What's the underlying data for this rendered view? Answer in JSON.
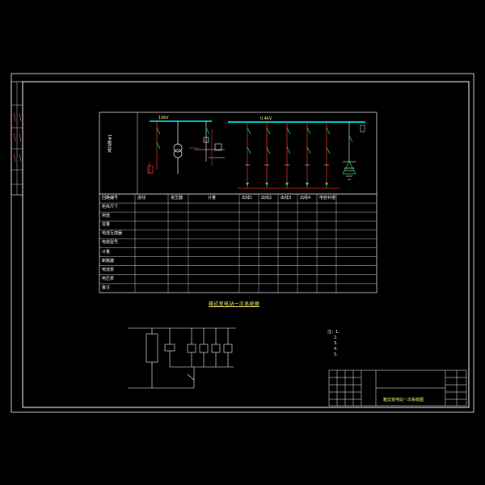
{
  "drawing": {
    "title": "箱式变电站一次系统图",
    "colors": {
      "background": "#000000",
      "frame": "#ffffff",
      "bus": "#00ffff",
      "feeder": "#ff3333",
      "switch": "#00ff66",
      "text": "#ffffff",
      "highlight": "#ffff66"
    },
    "bus_labels": {
      "hv": "10kV",
      "lv": "0.4kV"
    },
    "table_rows": [
      "回路编号",
      "柜体尺寸",
      "用途",
      "容量",
      "电流互感器",
      "电缆型号",
      "计量",
      "断路器",
      "电流表",
      "电压表",
      "备注"
    ],
    "table_cols": [
      "进线",
      "变压器",
      "计量",
      "出线1",
      "出线2",
      "出线3",
      "出线4",
      "电容补偿"
    ],
    "notes": [
      "注：1.",
      "2.",
      "3.",
      "4.",
      "5."
    ],
    "titleblock_name": "箱式变电站一次系统图",
    "side_label": "1#箱式变"
  }
}
